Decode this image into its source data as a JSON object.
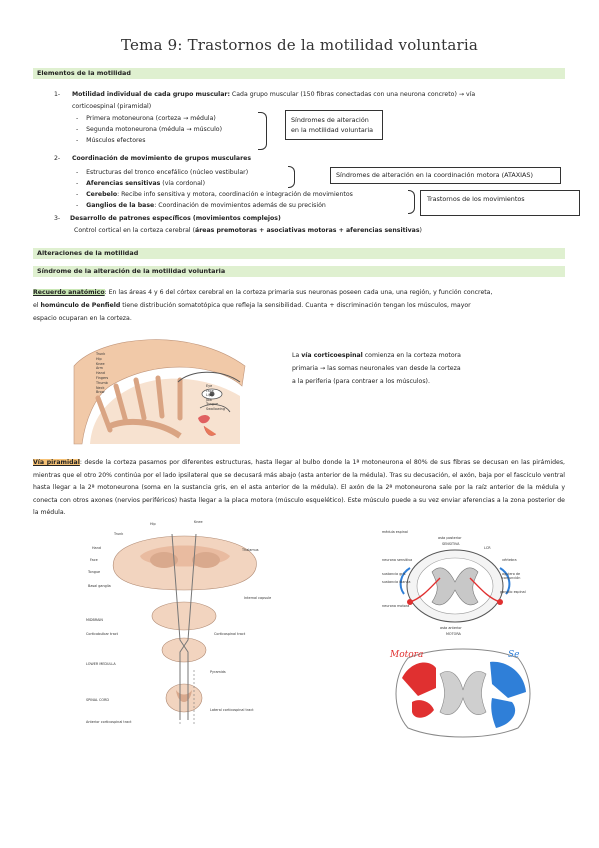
{
  "title": "Tema 9: Trastornos de la motilidad voluntaria",
  "section1": {
    "heading": "Elementos de la motilidad",
    "item1_num": "1-",
    "item1_bold": "Motilidad individual de cada grupo muscular:",
    "item1_text": " Cada grupo muscular (150 fibras conectadas con una neurona concreto) → vía",
    "item1_text2": "corticoespinal (piramidal)",
    "item1_sub": [
      "Primera motoneurona (corteza → médula)",
      "Segunda motoneurona (médula → músculo)",
      "Músculos efectores"
    ],
    "box1": "Síndromes de alteración en la motilidad voluntaria",
    "item2_num": "2-",
    "item2_bold": "Coordinación de movimiento de grupos musculares",
    "item2_sub1": "Estructuras del tronco encefálico (núcleo vestibular)",
    "item2_sub2_bold": "Aferencias sensitivas",
    "item2_sub2_text": " (vía cordonal)",
    "item2_sub3_bold": "Cerebelo",
    "item2_sub3_text": ": Recibe info sensitiva y motora, coordinación e integración de movimientos",
    "item2_sub4_bold": "Ganglios de la base",
    "item2_sub4_text": ": Coordinación de movimientos además de su precisión",
    "box2": "Síndromes de alteración en la coordinación motora (ATAXIAS)",
    "box3": "Trastornos de los movimientos",
    "item3_num": "3-",
    "item3_bold": "Desarrollo de patrones específicos (movimientos complejos)",
    "item3_text": "Control cortical en la corteza cerebral (",
    "item3_text_bold": "áreas premotoras + asociativas motoras + aferencias sensitivas",
    "item3_text_end": ")"
  },
  "section2": {
    "heading1": "Alteraciones de la motilidad",
    "heading2": "Síndrome de la alteración de la motilidad voluntaria",
    "recuerdo_label": "Recuerdo anatómico",
    "recuerdo_text1": ": En las áreas 4 y 6 del córtex cerebral en la corteza primaria sus neuronas poseen cada una, una región, y función concreta,",
    "recuerdo_text2_pre": "el ",
    "recuerdo_text2_bold": "homúnculo de Penfield",
    "recuerdo_text2": " tiene distribución somatotópica que refleja la sensibilidad. Cuanta + discriminación tengan los músculos, mayor",
    "recuerdo_text3": "espacio ocuparan en la corteza.",
    "via_text_pre": "La ",
    "via_text_bold": "vía corticoespinal",
    "via_text": " comienza en la corteza motora primaria → las somas neuronales van desde la corteza a la periferia (para contraer a los músculos).",
    "piramidal_label": "Vía piramidal",
    "piramidal_text": ": desde la corteza pasamos por diferentes estructuras, hasta llegar al bulbo donde la 1ª motoneurona el 80% de sus fibras se decusan en las pirámides, mientras que el otro 20% continúa por el lado ipsilateral que se decusará más abajo (asta anterior de la médula). Tras su decusación, el axón, baja por el fascículo ventral hasta llegar a la 2ª motoneurona (soma en la sustancia gris, en el asta anterior de la médula). El axón de la 2ª motoneurona sale por la raíz anterior de la médula y conecta con otros axones (nervios periféricos) hasta llegar a la placa motora (músculo esquelético). Este músculo puede a su vez enviar aferencias a la zona posterior de la médula."
  },
  "homunculus_labels": [
    "Trunk",
    "Hip",
    "Knee",
    "Arm",
    "Hand",
    "Fingers",
    "Thumb",
    "Neck",
    "Brow",
    "Eye",
    "Face",
    "Lips",
    "Jaw",
    "Tongue",
    "Swallowing"
  ],
  "fig_left_labels": [
    "Hip",
    "Knee",
    "Trunk",
    "Hand",
    "Face",
    "Tongue",
    "Basal ganglia",
    "MIDBRAIN",
    "Corticobulbar tract",
    "LOWER MEDULLA",
    "SPINAL CORD",
    "Anterior corticospinal tract",
    "Thalamus",
    "Internal capsule",
    "Corticospinal tract",
    "Pyramids",
    "Lateral corticospinal tract"
  ],
  "fig_right_labels": [
    "médula espinal",
    "asta posterior",
    "SENSITIVA",
    "LCR",
    "neurona sensitiva",
    "sustancia gris",
    "sustancia blanca",
    "vértebra",
    "agujero de conjunción",
    "ganglio espinal",
    "neurona motora",
    "asta anterior",
    "MOTORA"
  ],
  "fig_right_hand": {
    "left": "Motora",
    "right": "Se"
  },
  "colors": {
    "band": "#dff0d0",
    "green_highlight": "#c9e7b5",
    "orange_highlight": "#f6c277",
    "motor_red": "#e03030",
    "sensory_blue": "#2f7fd8"
  }
}
